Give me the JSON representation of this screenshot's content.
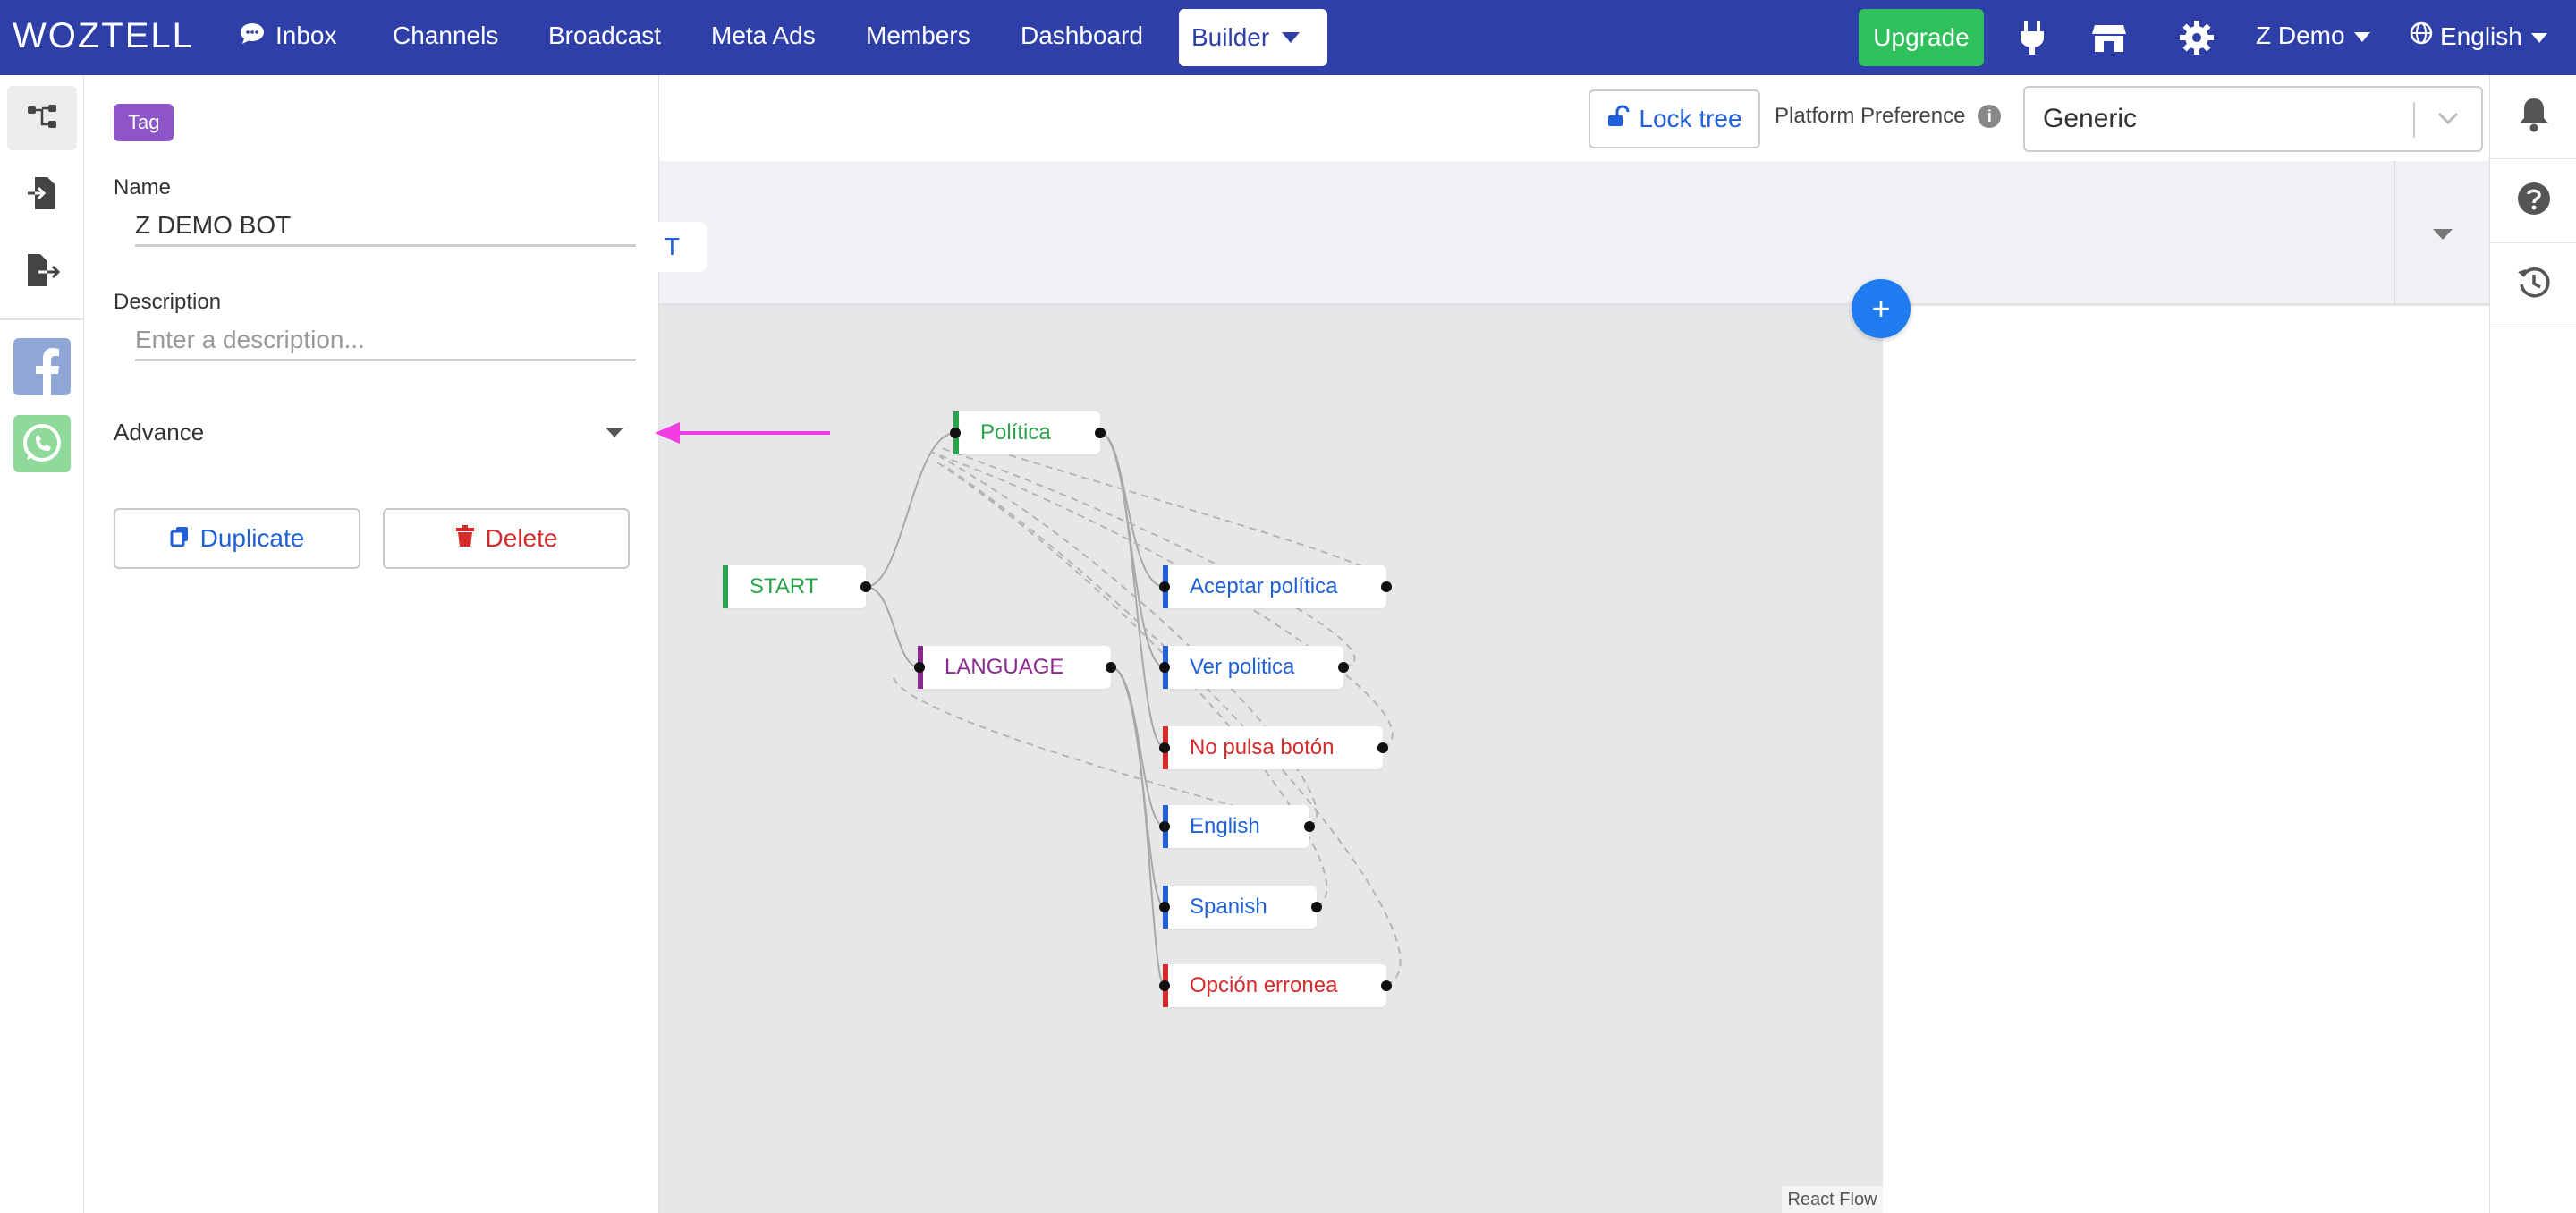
{
  "nav": {
    "logo": "WOZTELL",
    "items": [
      "Inbox",
      "Channels",
      "Broadcast",
      "Meta Ads",
      "Members",
      "Dashboard"
    ],
    "builder": "Builder",
    "upgrade": "Upgrade",
    "user": "Z Demo",
    "language": "English"
  },
  "panel": {
    "tag": "Tag",
    "name_label": "Name",
    "name_value": "Z DEMO BOT",
    "description_label": "Description",
    "description_placeholder": "Enter a description...",
    "advance": "Advance",
    "duplicate": "Duplicate",
    "delete": "Delete"
  },
  "toolbar": {
    "lock_tree": "Lock tree",
    "platform_preference": "Platform Preference",
    "platform_value": "Generic",
    "chip": "T"
  },
  "canvas": {
    "react_flow": "React Flow",
    "nodes": [
      {
        "label": "START",
        "color": "#2aa44a",
        "bar": "#2aa44a"
      },
      {
        "label": "Política",
        "color": "#2aa44a",
        "bar": "#2aa44a"
      },
      {
        "label": "LANGUAGE",
        "color": "#8a2b8f",
        "bar": "#8a2b8f"
      },
      {
        "label": "Aceptar política",
        "color": "#2060d8",
        "bar": "#2060d8"
      },
      {
        "label": "Ver politica",
        "color": "#2060d8",
        "bar": "#2060d8"
      },
      {
        "label": "No pulsa botón",
        "color": "#d62b2b",
        "bar": "#d62b2b"
      },
      {
        "label": "English",
        "color": "#2060d8",
        "bar": "#2060d8"
      },
      {
        "label": "Spanish",
        "color": "#2060d8",
        "bar": "#2060d8"
      },
      {
        "label": "Opción erronea",
        "color": "#d62b2b",
        "bar": "#d62b2b"
      }
    ]
  },
  "colors": {
    "nav_bg": "#2e40a8",
    "upgrade_bg": "#2fbf5b",
    "tag_bg": "#8d55c7",
    "accent_blue": "#2060d8",
    "danger": "#d62b2b",
    "annotation_arrow": "#f03ce0"
  }
}
